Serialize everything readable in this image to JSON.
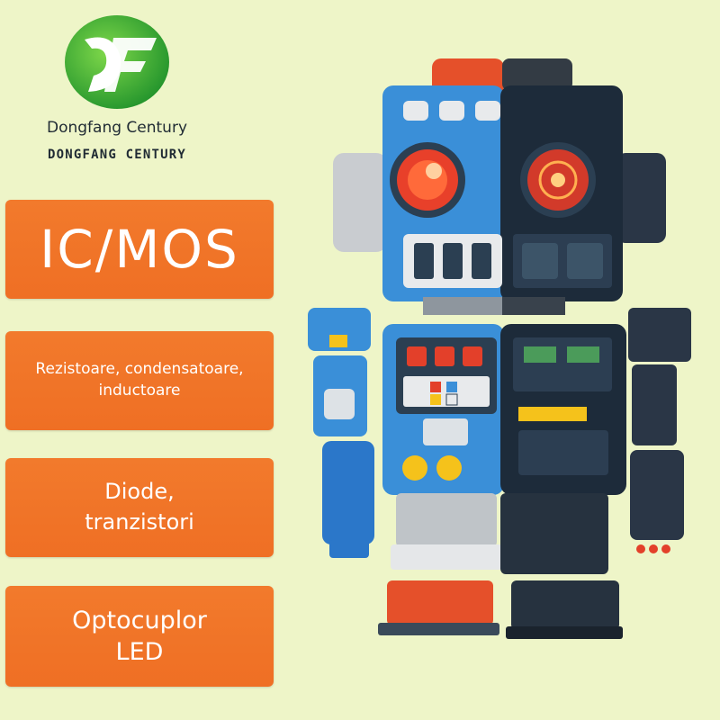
{
  "brand": {
    "logo_letters": "DF",
    "name": "Dongfang Century",
    "name_caps": "DONGFANG CENTURY"
  },
  "cards": [
    {
      "lines": [
        "IC/MOS"
      ]
    },
    {
      "lines": [
        "Rezistoare, condensatoare,",
        "inductoare"
      ]
    },
    {
      "lines": [
        "Diode,",
        "tranzistori"
      ]
    },
    {
      "lines": [
        "Optocuplor",
        "LED"
      ]
    }
  ],
  "colors": {
    "background": "#eef5c8",
    "card": "#f07427",
    "robot_blue": "#3a8fd8",
    "robot_dark": "#1d2b3a",
    "logo_green": "#3aa83a"
  }
}
